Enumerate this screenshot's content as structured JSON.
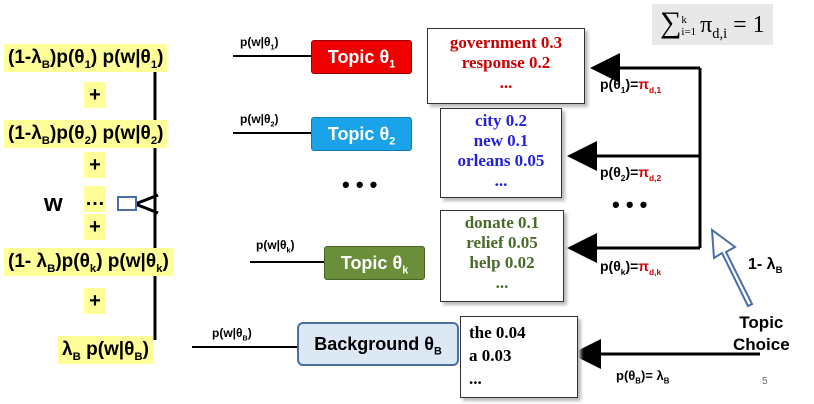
{
  "formulas": {
    "row1": "(1-λB)p(θ1) p(w|θ1)",
    "row2": "(1-λB)p(θ2) p(w|θ2)",
    "rowk": "(1- λB)p(θk) p(w|θk)",
    "rowB": "λB p(w|θB)",
    "plus": "+",
    "w": "w",
    "dots": "…"
  },
  "topics": {
    "t1": "Topic θ1",
    "t2": "Topic θ2",
    "tk": "Topic θk",
    "bg": "Background θB",
    "t1_color": "#ee0000",
    "t2_color": "#1aa3e8",
    "tk_color": "#6b8e3a",
    "bg_color": "#dde8f5"
  },
  "word_labels": {
    "l1": "p(w|θ1)",
    "l2": "p(w|θ2)",
    "lk": "p(w|θk)",
    "lB": "p(w|θB)"
  },
  "word_dists": {
    "d1": [
      "government 0.3",
      "response  0.2",
      "..."
    ],
    "d2": [
      "city 0.2",
      "new   0.1",
      "orleans 0.05",
      "..."
    ],
    "dk": [
      "donate  0.1",
      "relief 0.05",
      "help 0.02",
      "..."
    ],
    "dB": [
      "the  0.04",
      "a 0.03",
      "..."
    ],
    "d1_color": "#cc0000",
    "d2_color": "#2222dd",
    "dk_color": "#4a6a2a"
  },
  "probs": {
    "p1": "p(θ1)=πd,1",
    "p2": "p(θ2)=πd,2",
    "pk": "p(θk)=πd,k",
    "pB": "p(θB)= λB"
  },
  "sum_formula": "∑i=1k πd,i = 1",
  "ellipsis": "• • •",
  "one_minus_lambda": "1- λB",
  "topic_choice": [
    "Topic",
    "Choice"
  ],
  "page_number": "5"
}
